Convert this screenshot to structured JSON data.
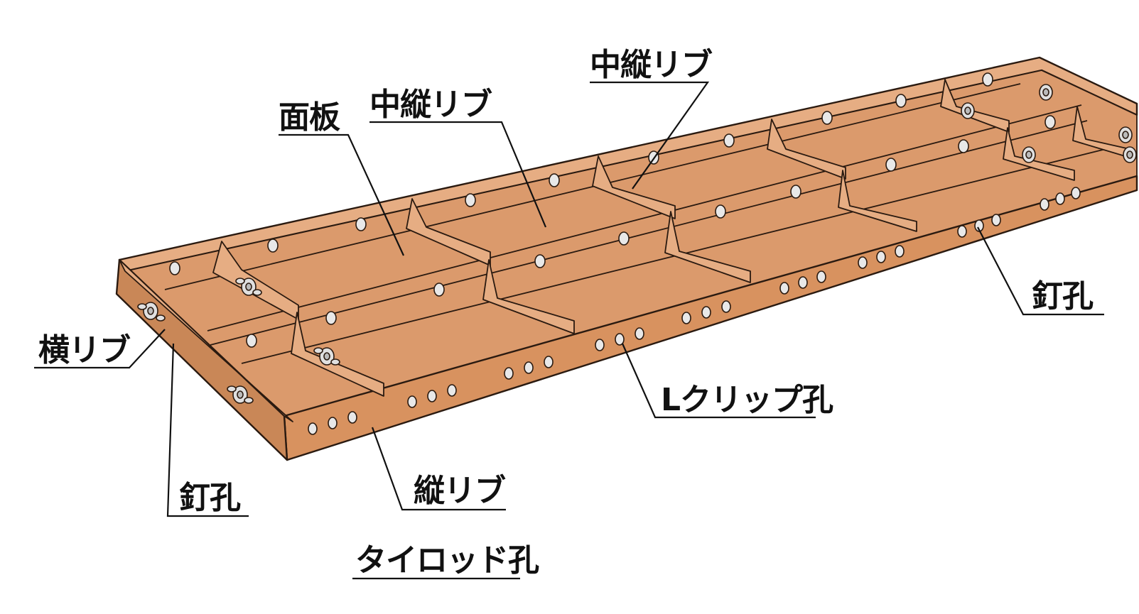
{
  "labels": {
    "face_plate": "面板",
    "mid_rib_left": "中縦リブ",
    "mid_rib_right": "中縦リブ",
    "cross_rib": "横リブ",
    "nail_hole_left": "釘孔",
    "nail_hole_right": "釘孔",
    "l_clip_hole": "Lクリップ孔",
    "long_rib": "縦リブ",
    "tie_rod_hole": "タイロッド孔"
  },
  "colors": {
    "panel_face": "#db9a6c",
    "panel_dark": "#c98757",
    "panel_light": "#e6ad83",
    "outline": "#2a1a10",
    "hole_fill": "#e8e8e8"
  }
}
